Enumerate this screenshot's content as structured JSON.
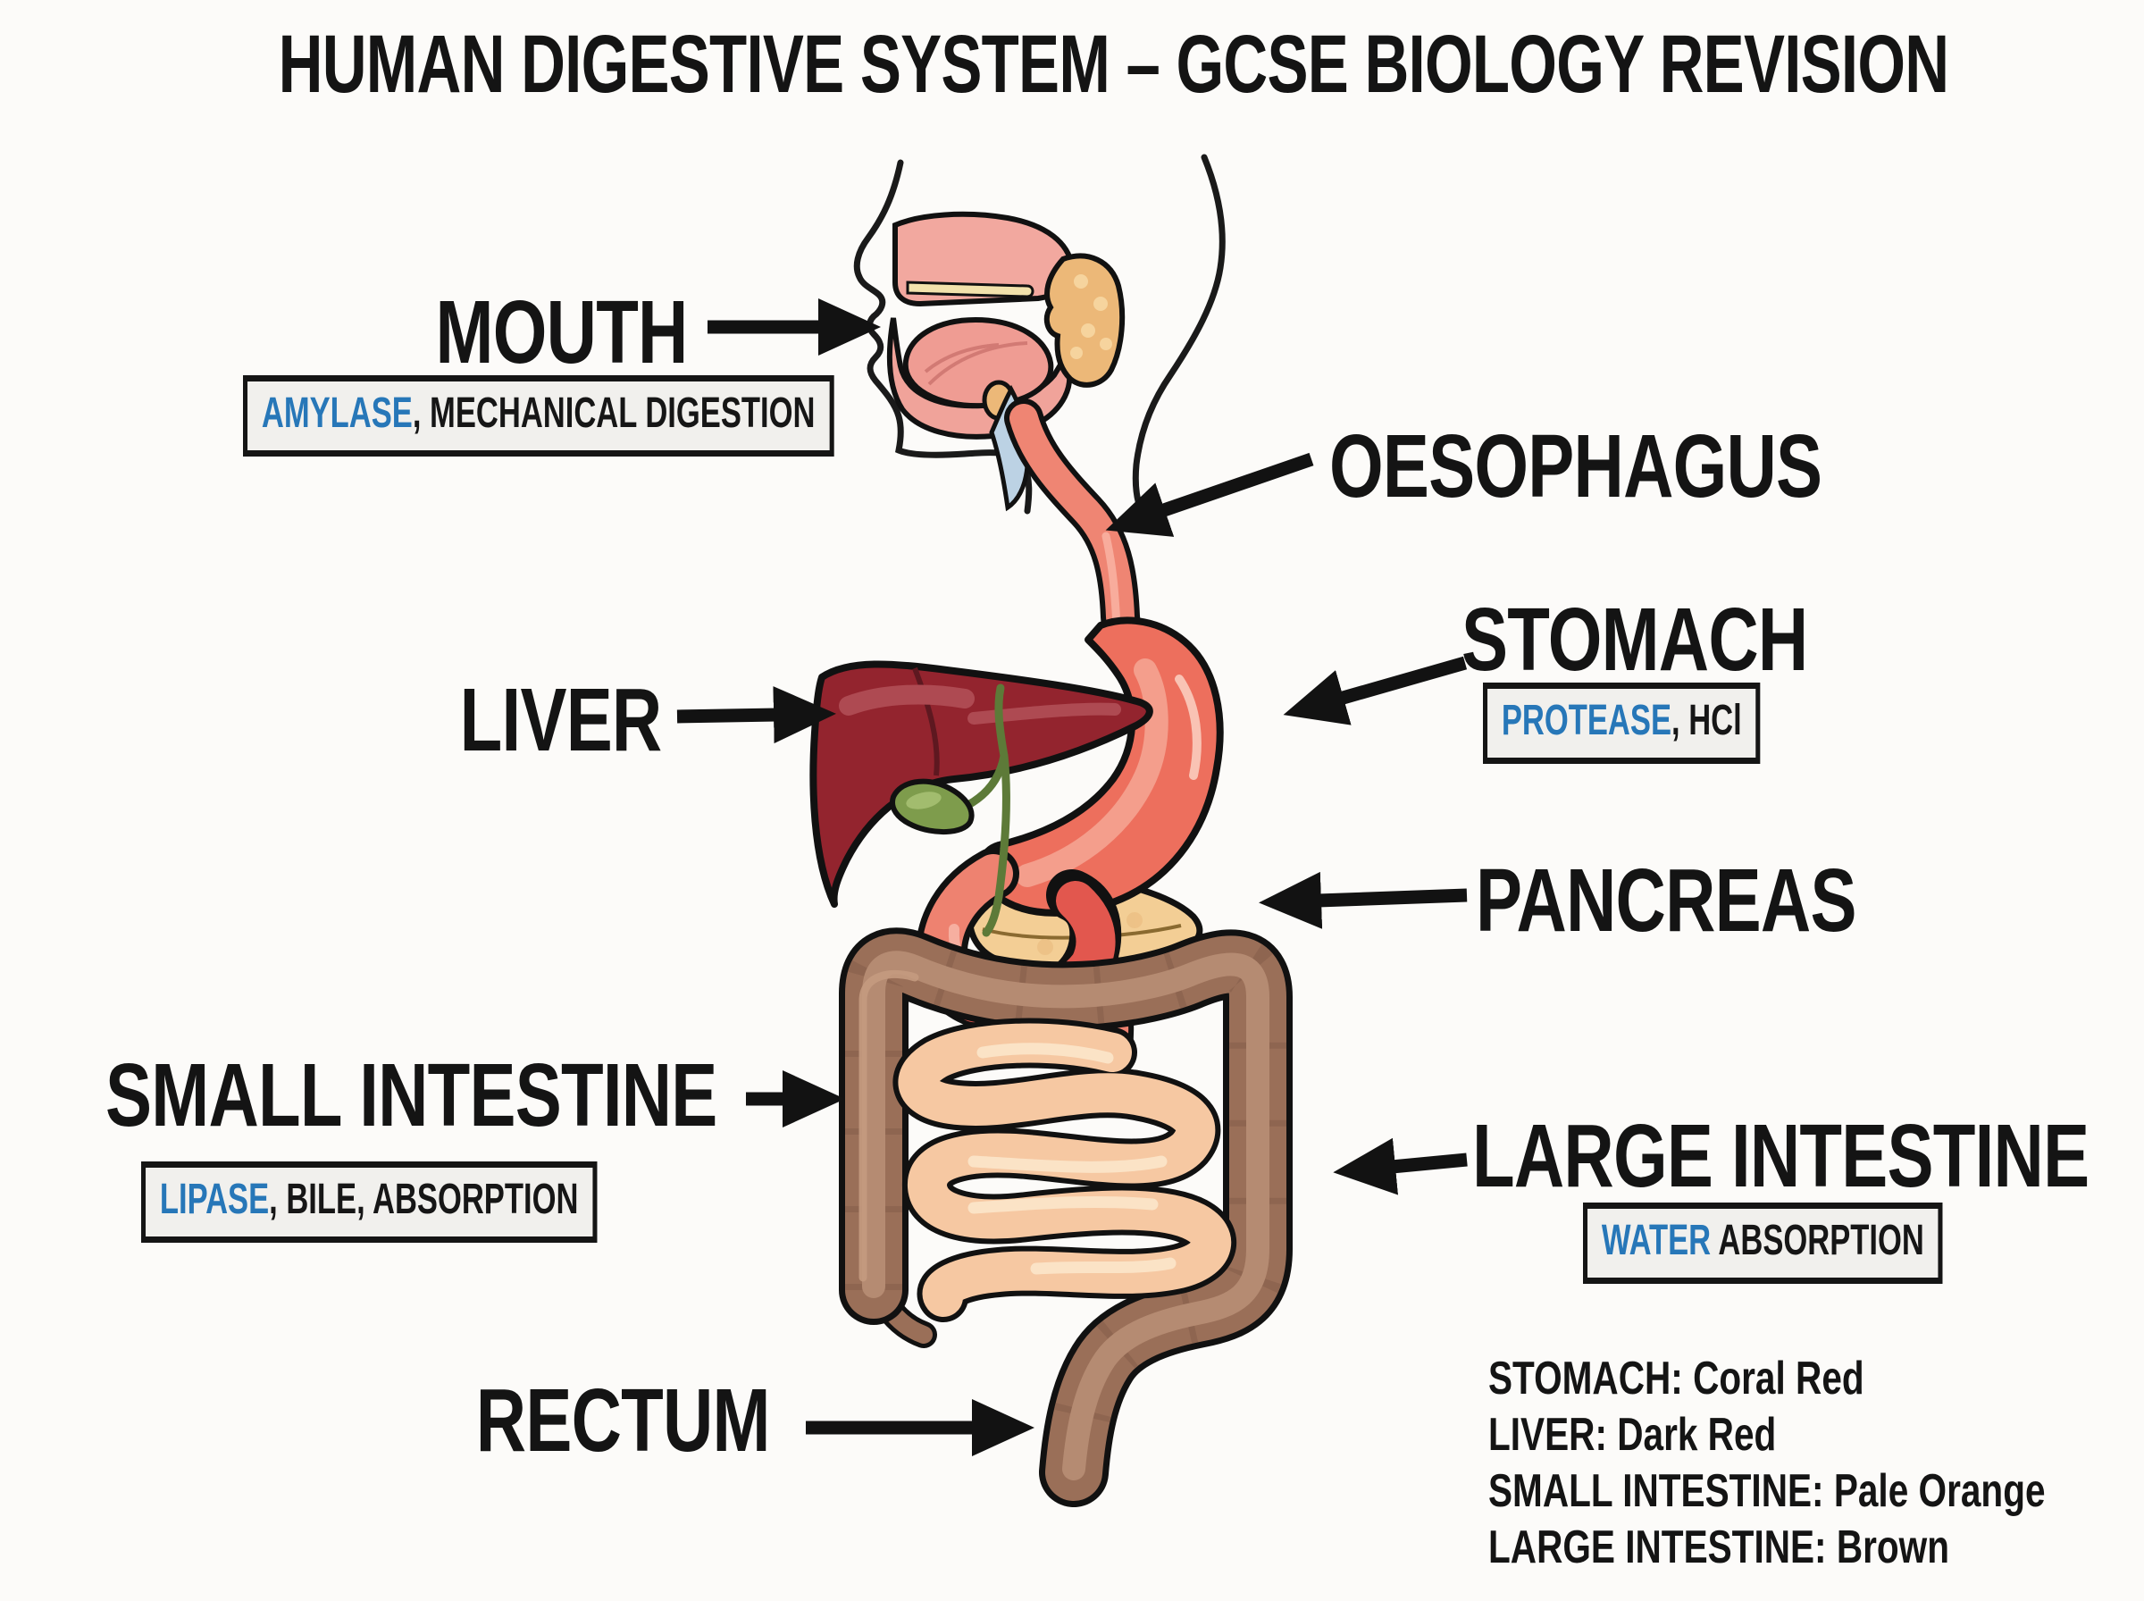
{
  "title": "HUMAN DIGESTIVE SYSTEM – GCSE BIOLOGY REVISION",
  "labels": {
    "mouth": "MOUTH",
    "oesophagus": "OESOPHAGUS",
    "stomach": "STOMACH",
    "liver": "LIVER",
    "pancreas": "PANCREAS",
    "small_intestine": "SMALL INTESTINE",
    "large_intestine": "LARGE INTESTINE",
    "rectum": "RECTUM"
  },
  "annotations": {
    "mouth": {
      "highlight": "AMYLASE",
      "rest": ", MECHANICAL DIGESTION"
    },
    "stomach": {
      "highlight": "PROTEASE",
      "rest": ", HCl"
    },
    "small_intestine": {
      "highlight": "LIPASE",
      "rest": ", BILE, ABSORPTION"
    },
    "large_intestine": {
      "highlight": "WATER",
      "rest": " ABSORPTION"
    }
  },
  "legend": {
    "items": [
      "STOMACH: Coral Red",
      "LIVER: Dark Red",
      "SMALL INTESTINE: Pale Orange",
      "LARGE INTESTINE: Brown"
    ]
  },
  "colors": {
    "highlight_blue": "#2777b8",
    "stomach_coral_red": "#ED6F5D",
    "liver_dark_red": "#93242E",
    "small_intestine_pale_orange": "#F6C8A2",
    "large_intestine_brown": "#9A6F58",
    "pancreas_tan": "#F3CE95",
    "gallbladder_green": "#7E9C4C",
    "oesophagus_coral": "#EF8573",
    "mouth_pink": "#F2A89F"
  }
}
